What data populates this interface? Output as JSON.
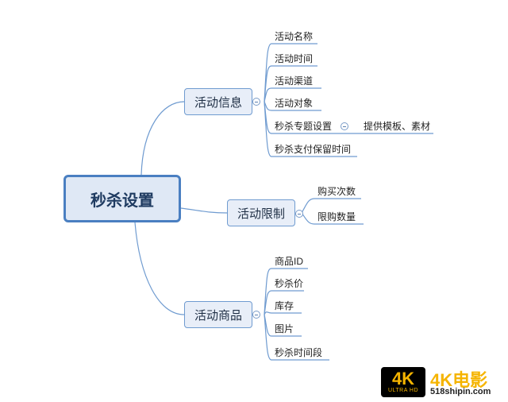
{
  "root": {
    "label": "秒杀设置"
  },
  "branches": {
    "info": {
      "label": "活动信息",
      "items": [
        "活动名称",
        "活动时间",
        "活动渠道",
        "活动对象",
        "秒杀专题设置",
        "秒杀支付保留时间"
      ],
      "sub": "提供模板、素材"
    },
    "limit": {
      "label": "活动限制",
      "items": [
        "购买次数",
        "限购数量"
      ]
    },
    "goods": {
      "label": "活动商品",
      "items": [
        "商品ID",
        "秒杀价",
        "库存",
        "图片",
        "秒杀时间段"
      ]
    }
  },
  "watermark": {
    "badge_top": "4K",
    "badge_bottom": "ULTRA HD",
    "title": "4K电影",
    "url": "518shipin.com"
  },
  "colors": {
    "line": "#6f9bd0",
    "root_border": "#4a7fc1",
    "node_fill": "#e8eef8",
    "watermark": "#f5b400"
  }
}
